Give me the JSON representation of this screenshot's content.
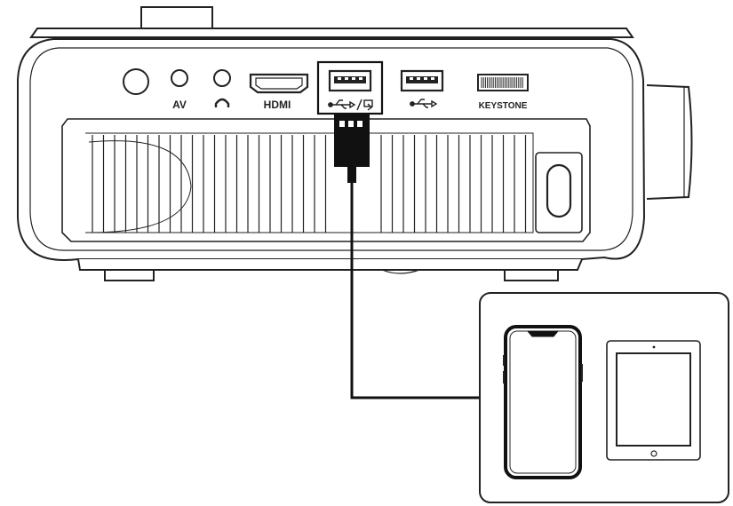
{
  "diagram": {
    "labels": {
      "av": "AV",
      "hdmi": "HDMI",
      "keystone": "KEYSTONE"
    },
    "icons": {
      "power": "power-button-icon",
      "av": "av-jack-icon",
      "headphone": "headphone-icon",
      "hdmi": "hdmi-port-icon",
      "usb_mirror": "usb-mirroring-port-icon",
      "usb": "usb-port-icon",
      "keystone": "keystone-wheel-icon",
      "phone": "smartphone-icon",
      "tablet": "tablet-icon"
    },
    "colors": {
      "line": "#222222",
      "cable": "#111111",
      "background": "#ffffff"
    }
  }
}
